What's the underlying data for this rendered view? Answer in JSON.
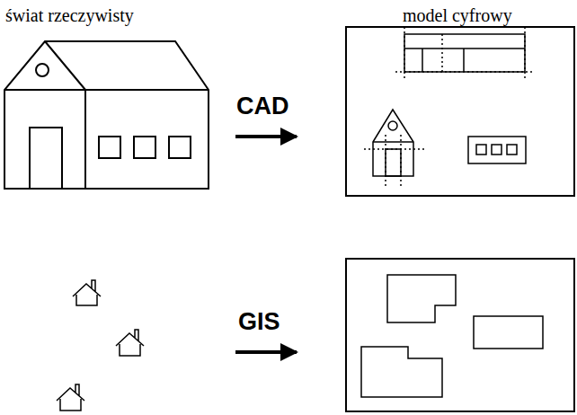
{
  "diagram": {
    "labels": [
      "świat rzeczywisty",
      "model cyfrowy",
      "CAD",
      "GIS"
    ]
  }
}
